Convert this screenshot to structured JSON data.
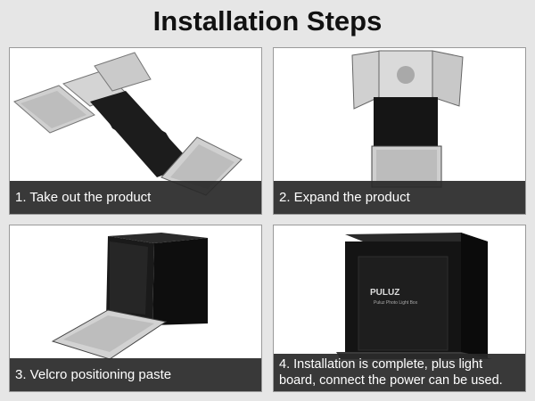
{
  "title": "Installation Steps",
  "steps": [
    {
      "caption": "1. Take out the product"
    },
    {
      "caption": "2. Expand the product"
    },
    {
      "caption": "3. Velcro positioning paste"
    },
    {
      "caption": "4. Installation is complete, plus light board, connect the power can be used."
    }
  ],
  "brand": {
    "logo": "PULUZ",
    "subtitle": "Puluz Photo Light Box"
  }
}
